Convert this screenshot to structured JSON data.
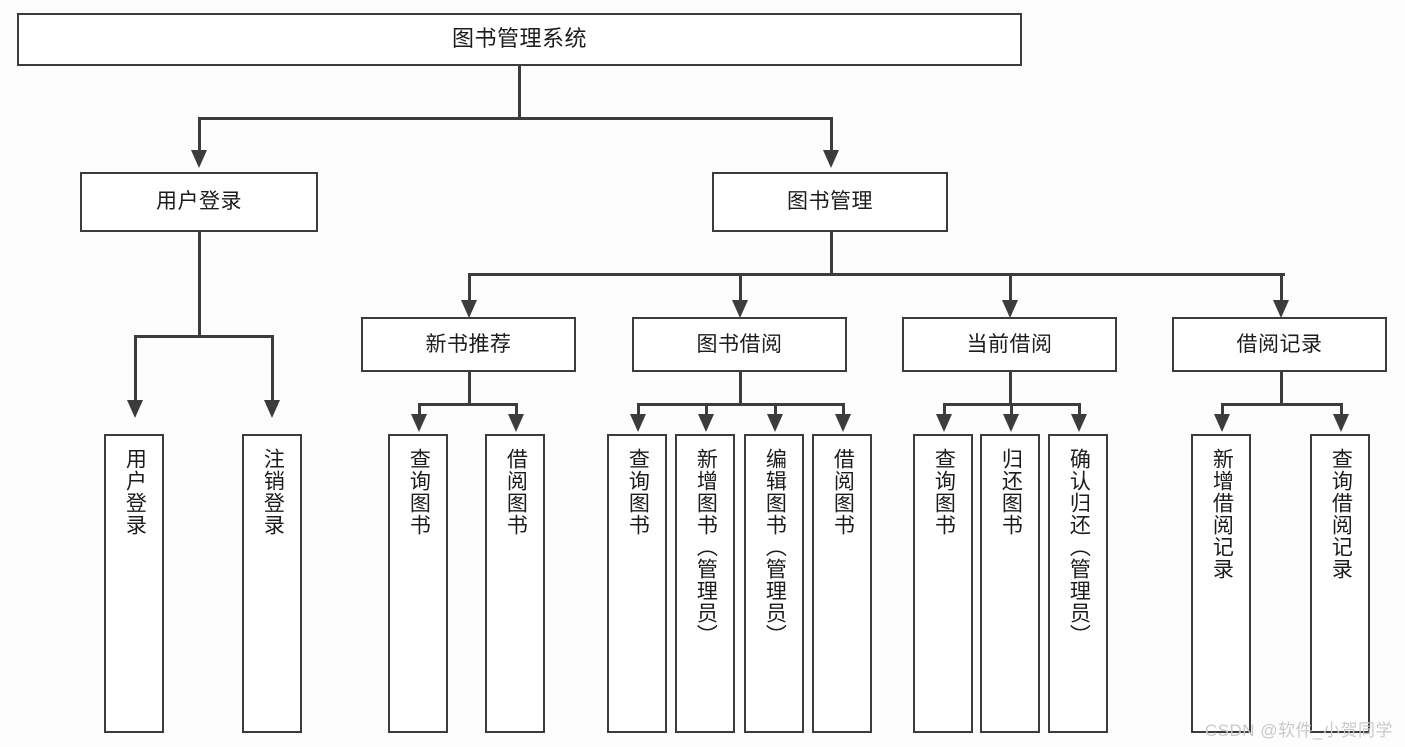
{
  "diagram": {
    "type": "tree-hierarchy",
    "title": "图书管理系统",
    "watermark": "CSDN @软件_小贺同学",
    "colors": {
      "background": "#fdfdfd",
      "box_fill": "#ffffff",
      "line": "#3c3c3c",
      "text": "#1c1c1c",
      "watermark": "#c9c9c9"
    },
    "nodes": {
      "root": {
        "label": "图书管理系统"
      },
      "level1": [
        {
          "id": "user-login",
          "label": "用户登录"
        },
        {
          "id": "book-manage",
          "label": "图书管理"
        }
      ],
      "level2": [
        {
          "id": "new-book-rec",
          "label": "新书推荐"
        },
        {
          "id": "book-borrow",
          "label": "图书借阅"
        },
        {
          "id": "current-borrow",
          "label": "当前借阅"
        },
        {
          "id": "borrow-record",
          "label": "借阅记录"
        }
      ],
      "leaves": {
        "user_login": [
          {
            "id": "leaf-user-login",
            "label": "用户登录"
          },
          {
            "id": "leaf-logout",
            "label": "注销登录"
          }
        ],
        "new_book_rec": [
          {
            "id": "leaf-query-book-1",
            "label": "查询图书"
          },
          {
            "id": "leaf-borrow-book-1",
            "label": "借阅图书"
          }
        ],
        "book_borrow": [
          {
            "id": "leaf-query-book-2",
            "label": "查询图书"
          },
          {
            "id": "leaf-add-book",
            "label": "新增图书（管理员）"
          },
          {
            "id": "leaf-edit-book",
            "label": "编辑图书（管理员）"
          },
          {
            "id": "leaf-borrow-book-2",
            "label": "借阅图书"
          }
        ],
        "current_borrow": [
          {
            "id": "leaf-query-book-3",
            "label": "查询图书"
          },
          {
            "id": "leaf-return-book",
            "label": "归还图书"
          },
          {
            "id": "leaf-confirm-return",
            "label": "确认归还（管理员）"
          }
        ],
        "borrow_record": [
          {
            "id": "leaf-add-record",
            "label": "新增借阅记录"
          },
          {
            "id": "leaf-query-record",
            "label": "查询借阅记录"
          }
        ]
      }
    }
  }
}
